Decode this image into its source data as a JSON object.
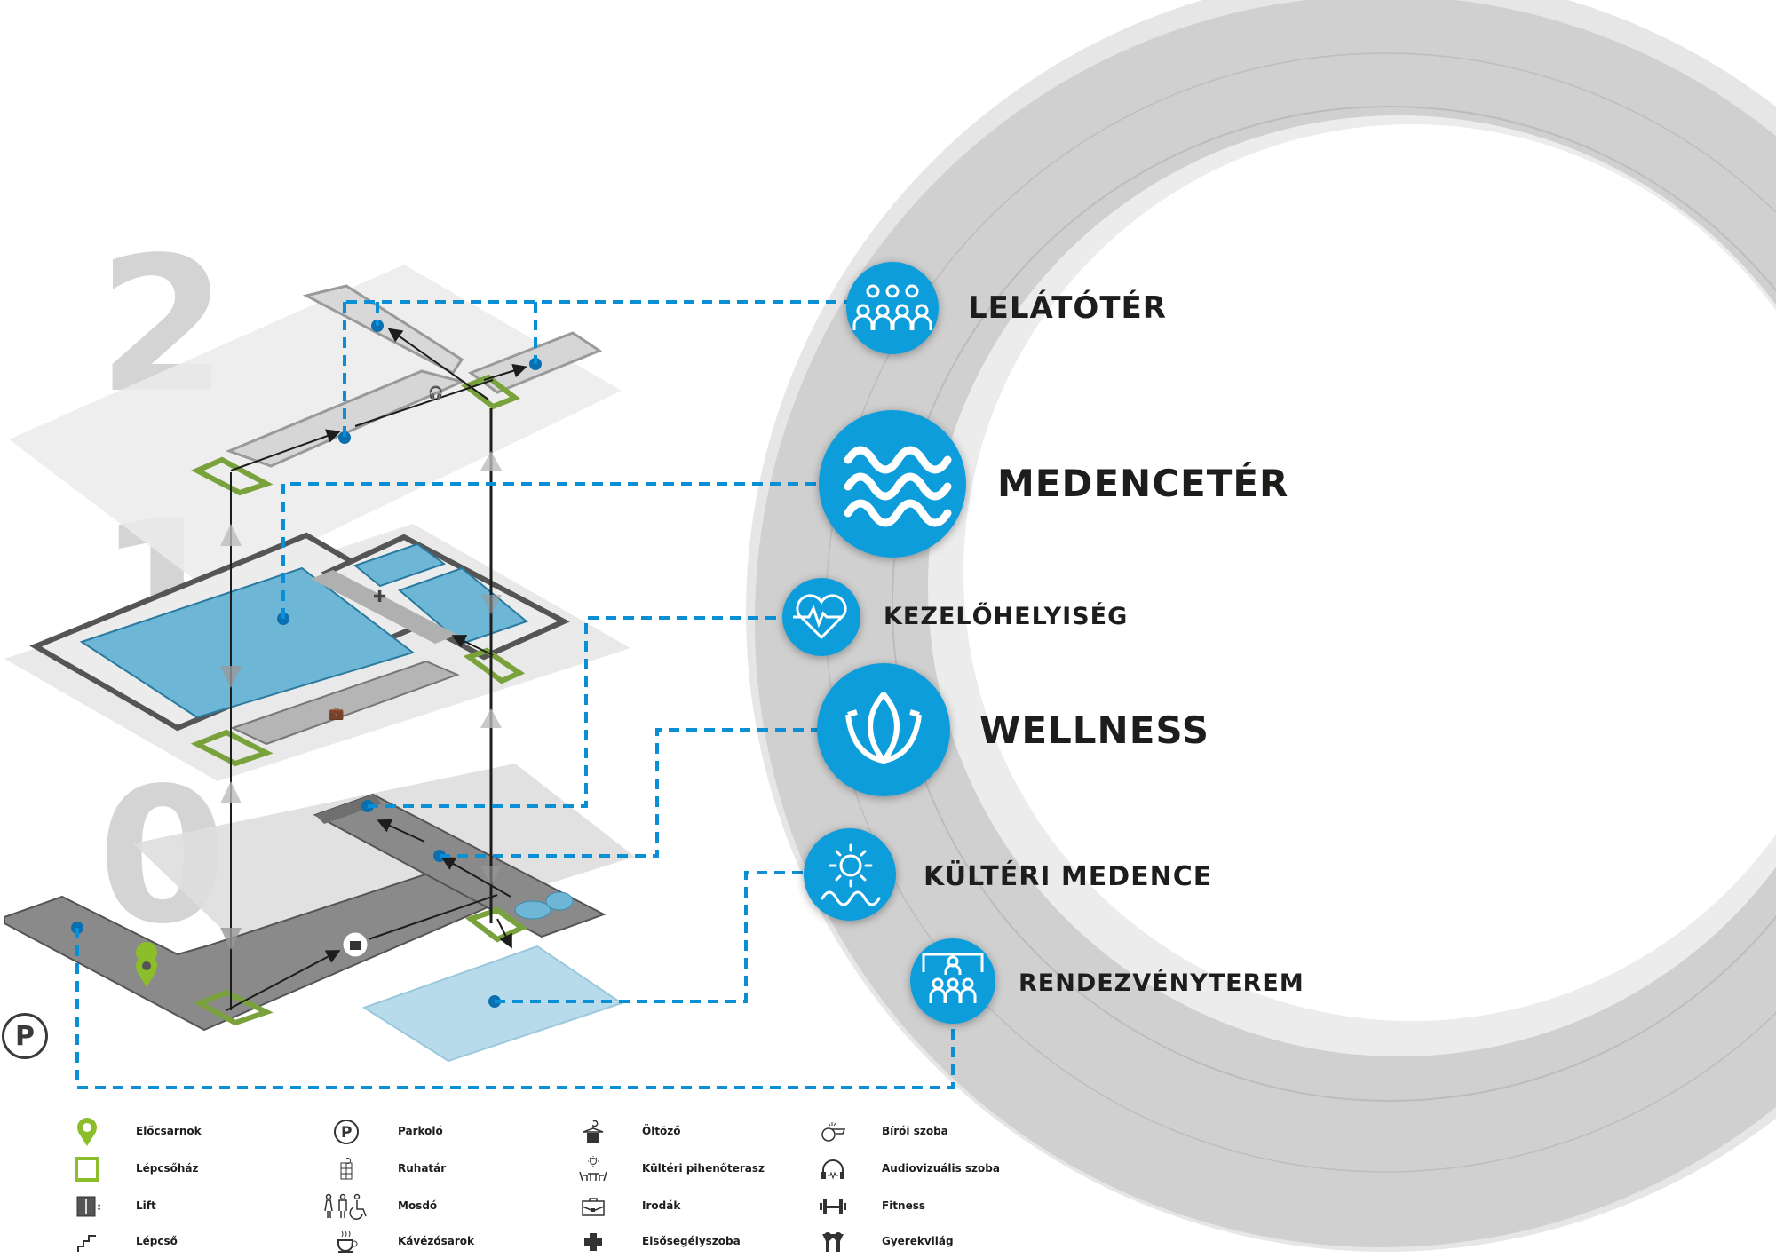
{
  "colors": {
    "accent_blue": "#0e9ddb",
    "connector_blue": "#0a8fd6",
    "node_dot": "#0a6fb0",
    "stairwell_green": "#7aa23c",
    "lobby_pin_green": "#8cbd2a",
    "pool_blue": "#6db6d6",
    "outdoor_pool_blue": "#b7dbea",
    "ring_gray": "#cfcfcf",
    "ring_light": "#e3e3e3",
    "floor_dark": "#8a8a8a",
    "floor_light": "#e8e8e8",
    "text_dark": "#1d1d1b"
  },
  "floors": [
    {
      "number": "2"
    },
    {
      "number": "1"
    },
    {
      "number": "0"
    }
  ],
  "parking_symbol": "P",
  "functions": [
    {
      "id": "lelatoter",
      "label": "LELÁTÓTÉR",
      "icon": "audience-icon"
    },
    {
      "id": "medenceter",
      "label": "MEDENCETÉR",
      "icon": "waves-icon"
    },
    {
      "id": "kezelohelyiseg",
      "label": "KEZELŐHELYISÉG",
      "icon": "heart-pulse-icon"
    },
    {
      "id": "wellness",
      "label": "WELLNESS",
      "icon": "lotus-icon"
    },
    {
      "id": "kulteri-medence",
      "label": "KÜLTÉRI MEDENCE",
      "icon": "sun-water-icon"
    },
    {
      "id": "rendezvenyterem",
      "label": "RENDEZVÉNYTEREM",
      "icon": "event-hall-icon"
    }
  ],
  "legend": {
    "columns": [
      [
        {
          "icon": "location-pin-icon",
          "label": "Előcsarnok"
        },
        {
          "icon": "stairwell-square-icon",
          "label": "Lépcsőház"
        },
        {
          "icon": "elevator-icon",
          "label": "Lift"
        },
        {
          "icon": "stairs-icon",
          "label": "Lépcső"
        }
      ],
      [
        {
          "icon": "parking-icon",
          "label": "Parkoló"
        },
        {
          "icon": "cloakroom-icon",
          "label": "Ruhatár"
        },
        {
          "icon": "restroom-icon",
          "label": "Mosdó"
        },
        {
          "icon": "coffee-cup-icon",
          "label": "Kávézósarok"
        }
      ],
      [
        {
          "icon": "hanger-icon",
          "label": "Öltöző"
        },
        {
          "icon": "terrace-icon",
          "label": "Kültéri pihenőterasz"
        },
        {
          "icon": "briefcase-icon",
          "label": "Irodák"
        },
        {
          "icon": "first-aid-cross-icon",
          "label": "Elsősegélyszoba"
        }
      ],
      [
        {
          "icon": "whistle-icon",
          "label": "Bírói szoba"
        },
        {
          "icon": "headphones-icon",
          "label": "Audiovizuális szoba"
        },
        {
          "icon": "dumbbell-icon",
          "label": "Fitness"
        },
        {
          "icon": "children-icon",
          "label": "Gyerekvilág"
        }
      ]
    ]
  }
}
